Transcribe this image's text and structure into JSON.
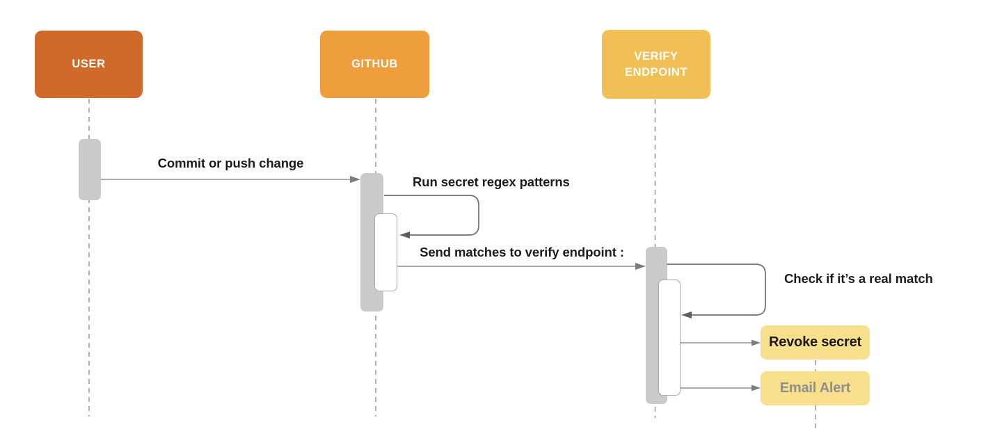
{
  "diagram": {
    "type": "sequence",
    "actors": [
      {
        "id": "user",
        "label": "USER",
        "color": "#CF6A2B"
      },
      {
        "id": "github",
        "label": "GITHUB",
        "color": "#EF9E3E"
      },
      {
        "id": "verify-endpoint",
        "label": "VERIFY ENDPOINT",
        "color": "#F0BF55"
      }
    ],
    "messages": [
      {
        "from": "user",
        "to": "github",
        "type": "arrow",
        "label": "Commit or push change"
      },
      {
        "from": "github",
        "to": "github",
        "type": "self",
        "label": "Run secret regex patterns"
      },
      {
        "from": "github",
        "to": "verify-endpoint",
        "type": "arrow",
        "label": "Send matches to verify endpoint :"
      },
      {
        "from": "verify-endpoint",
        "to": "verify-endpoint",
        "type": "self",
        "label": "Check if it’s a real match"
      },
      {
        "from": "verify-endpoint",
        "to": "revoke-secret",
        "type": "arrow",
        "label": ""
      },
      {
        "from": "verify-endpoint",
        "to": "email-alert",
        "type": "arrow",
        "label": ""
      }
    ],
    "outcomes": [
      {
        "id": "revoke-secret",
        "label": "Revoke secret",
        "color": "#F7DF8B",
        "text_color": "#1b1b1b"
      },
      {
        "id": "email-alert",
        "label": "Email Alert",
        "color": "#F7DF8B",
        "text_color": "#8f8f8f"
      }
    ],
    "colors": {
      "background": "#ffffff",
      "activation_bar": "#cacaca",
      "nested_activation_border": "#a9a9a9",
      "lifeline": "#9e9e9e",
      "arrow_line": "#8f8f8f",
      "arrow_head": "#7c7c7c",
      "self_loop": "#6f6f6f",
      "message_text": "#1c1c1c"
    }
  }
}
